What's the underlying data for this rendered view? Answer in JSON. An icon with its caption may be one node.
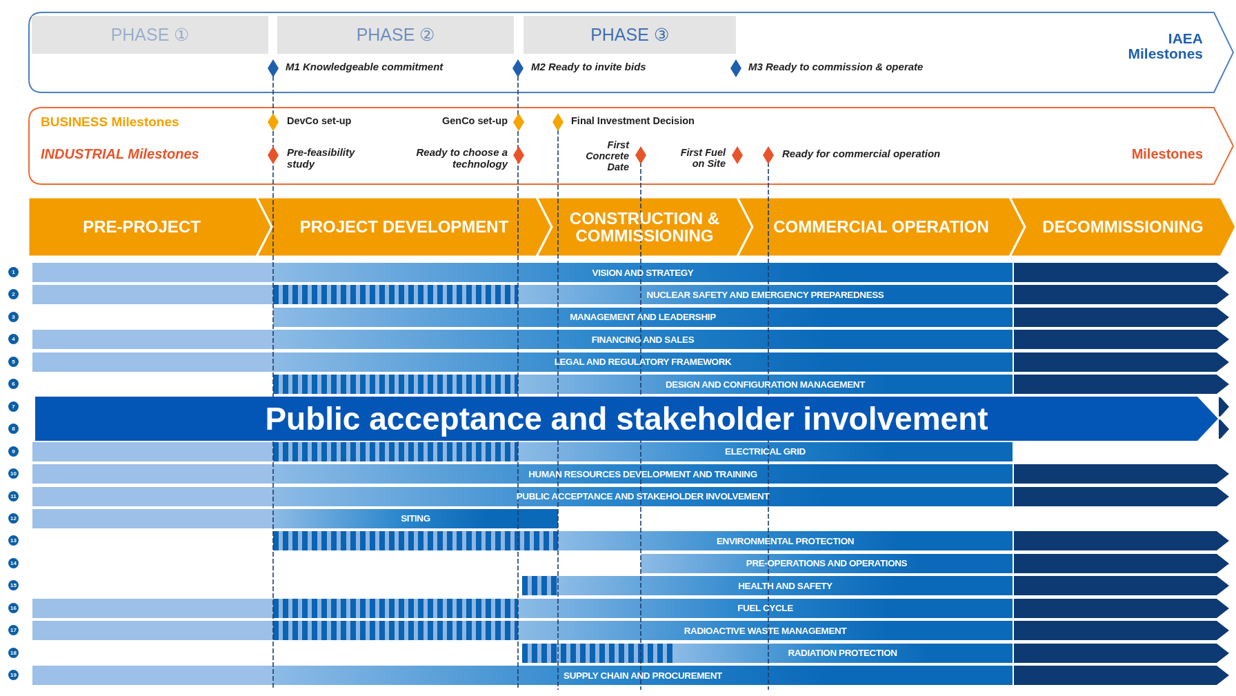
{
  "diagram": {
    "nodes": [
      {
        "text": [
          "IAEA Milestones"
        ]
      },
      {
        "text": [
          "PHASE ①"
        ],
        "in": 0
      },
      {
        "text": [
          "PHASE ②"
        ],
        "in": 0
      },
      {
        "text": [
          "PHASE ③"
        ],
        "in": 0
      },
      {
        "text": [
          "BUSINESS Milestones",
          "INDUSTRIAL Milestones",
          "Milestones"
        ]
      },
      {
        "text": [
          "PRE-PROJECT"
        ]
      },
      {
        "text": [
          "PROJECT DEVELOPMENT"
        ]
      },
      {
        "text": [
          "CONSTRUCTION & COMMISSIONING"
        ]
      },
      {
        "text": [
          "COMMERCIAL OPERATION"
        ]
      },
      {
        "text": [
          "DECOMMISSIONING"
        ]
      },
      {
        "text": [
          "VISION AND STRATEGY"
        ]
      },
      {
        "text": [
          "NUCLEAR SAFETY AND EMERGENCY PREPAREDNESS"
        ]
      },
      {
        "text": [
          "MANAGEMENT AND LEADERSHIP"
        ]
      },
      {
        "text": [
          "FINANCING AND SALES"
        ]
      },
      {
        "text": [
          "LEGAL AND REGULATORY FRAMEWORK"
        ]
      },
      {
        "text": [
          "DESIGN AND CONFIGURATION MANAGEMENT"
        ]
      },
      {
        "text": [],
        "shape": "bar"
      },
      {
        "text": [],
        "shape": "bar"
      },
      {
        "text": [
          "ELECTRICAL GRID"
        ]
      },
      {
        "text": [
          "HUMAN RESOURCES DEVELOPMENT AND TRAINING"
        ]
      },
      {
        "text": [
          "PUBLIC ACCEPTANCE AND STAKEHOLDER INVOLVEMENT"
        ]
      },
      {
        "text": [
          "SITING"
        ]
      },
      {
        "text": [
          "ENVIRONMENTAL PROTECTION"
        ]
      },
      {
        "text": [
          "PRE-OPERATIONS AND OPERATIONS"
        ]
      },
      {
        "text": [
          "HEALTH AND SAFETY"
        ]
      },
      {
        "text": [
          "FUEL CYCLE"
        ]
      },
      {
        "text": [
          "RADIOACTIVE WASTE MANAGEMENT"
        ]
      },
      {
        "text": [
          "RADIATION PROTECTION"
        ]
      },
      {
        "text": [
          "SUPPLY CHAIN AND PROCUREMENT"
        ]
      },
      {
        "text": [
          "Public acceptance and stakeholder involvement"
        ]
      }
    ],
    "labels": [
      "M1 Knowledgeable commitment",
      "M2 Ready to invite bids",
      "M3 Ready to commission & operate",
      "DevCo set-up",
      "GenCo set-up",
      "Final Investment Decision",
      "Pre-feasibility study",
      "Ready to choose a technology",
      "First Concrete Date",
      "First Fuel on Site",
      "Ready for commercial operation",
      "1",
      "2",
      "3",
      "4",
      "5",
      "6",
      "7",
      "8",
      "9",
      "10",
      "11",
      "12",
      "13",
      "14",
      "15",
      "16",
      "17",
      "18",
      "19"
    ]
  }
}
